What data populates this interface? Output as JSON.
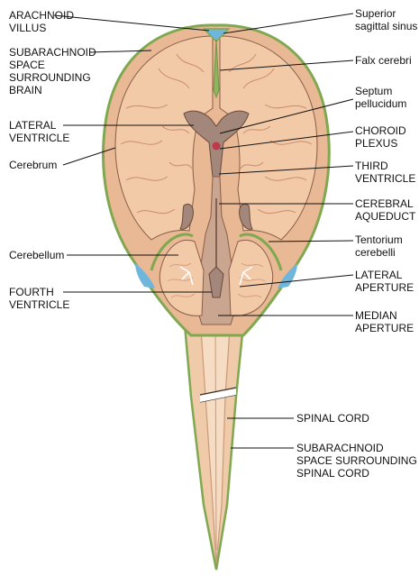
{
  "labels": {
    "arachnoid_villus": "ARACHNOID\nVILLUS",
    "subarachnoid_brain": "SUBARACHNOID\nSPACE\nSURROUNDING\nBRAIN",
    "lateral_ventricle": "LATERAL\nVENTRICLE",
    "cerebrum": "Cerebrum",
    "cerebellum": "Cerebellum",
    "fourth_ventricle": "FOURTH\nVENTRICLE",
    "superior_sagittal_sinus": "Superior\nsagittal sinus",
    "falx_cerebri": "Falx cerebri",
    "septum_pellucidum": "Septum\npellucidum",
    "choroid_plexus": "CHOROID\nPLEXUS",
    "third_ventricle": "THIRD\nVENTRICLE",
    "cerebral_aqueduct": "CEREBRAL\nAQUEDUCT",
    "tentorium_cerebelli": "Tentorium\ncerebelli",
    "lateral_aperture": "LATERAL\nAPERTURE",
    "median_aperture": "MEDIAN\nAPERTURE",
    "spinal_cord": "SPINAL CORD",
    "subarachnoid_spinal": "SUBARACHNOID\nSPACE SURROUNDING\nSPINAL CORD"
  },
  "colors": {
    "tissue": "#f2c7a6",
    "tissue_dark": "#e3a982",
    "ventricle": "#a3877a",
    "csf_blue": "#6fb6dc",
    "membrane_green": "#7fa850",
    "outline": "#6b4a3a",
    "choroid": "#c0394a"
  }
}
